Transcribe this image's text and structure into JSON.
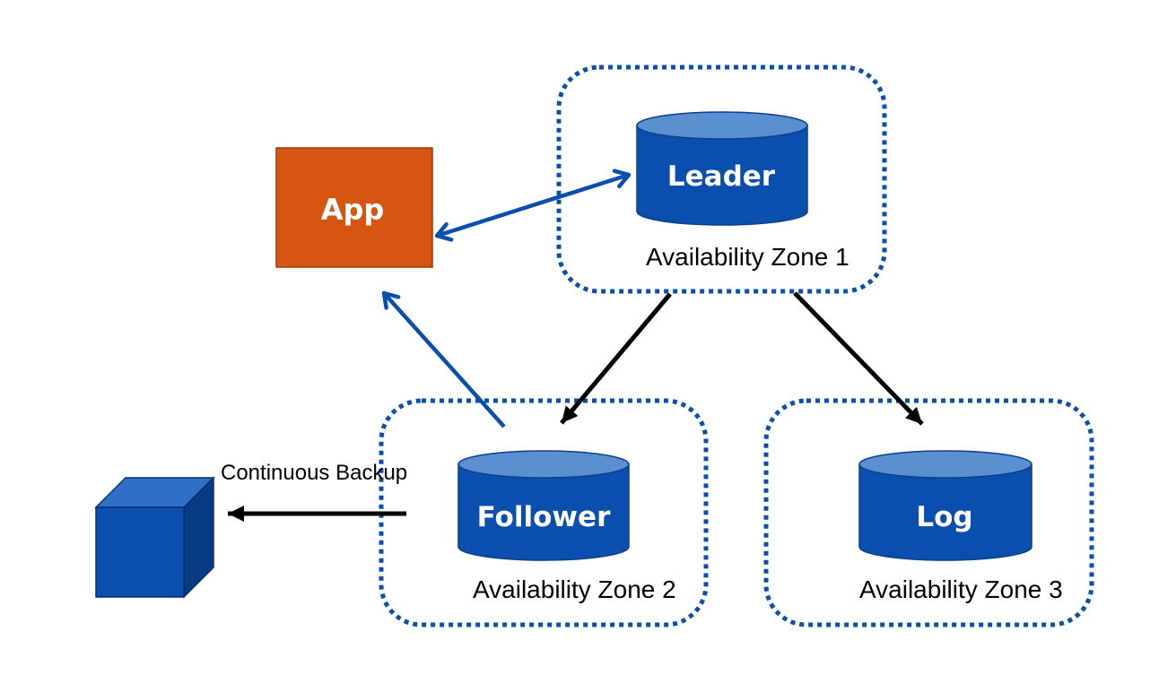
{
  "colors": {
    "app": "#d55511",
    "db_body": "#0b4fae",
    "db_top": "#5a8fd0",
    "blue_arrow": "#0b4fae",
    "black_arrow": "#000000",
    "zone_border": "#0b4fae",
    "cube_front": "#0b4fae",
    "cube_top": "#3070c8",
    "cube_side": "#083b85"
  },
  "nodes": {
    "app": {
      "label": "App"
    },
    "leader": {
      "label": "Leader"
    },
    "follower": {
      "label": "Follower"
    },
    "log": {
      "label": "Log"
    }
  },
  "zones": [
    {
      "label": "Availability Zone 1"
    },
    {
      "label": "Availability Zone 2"
    },
    {
      "label": "Availability Zone 3"
    }
  ],
  "edges": {
    "backup_label": "Continuous Backup"
  }
}
